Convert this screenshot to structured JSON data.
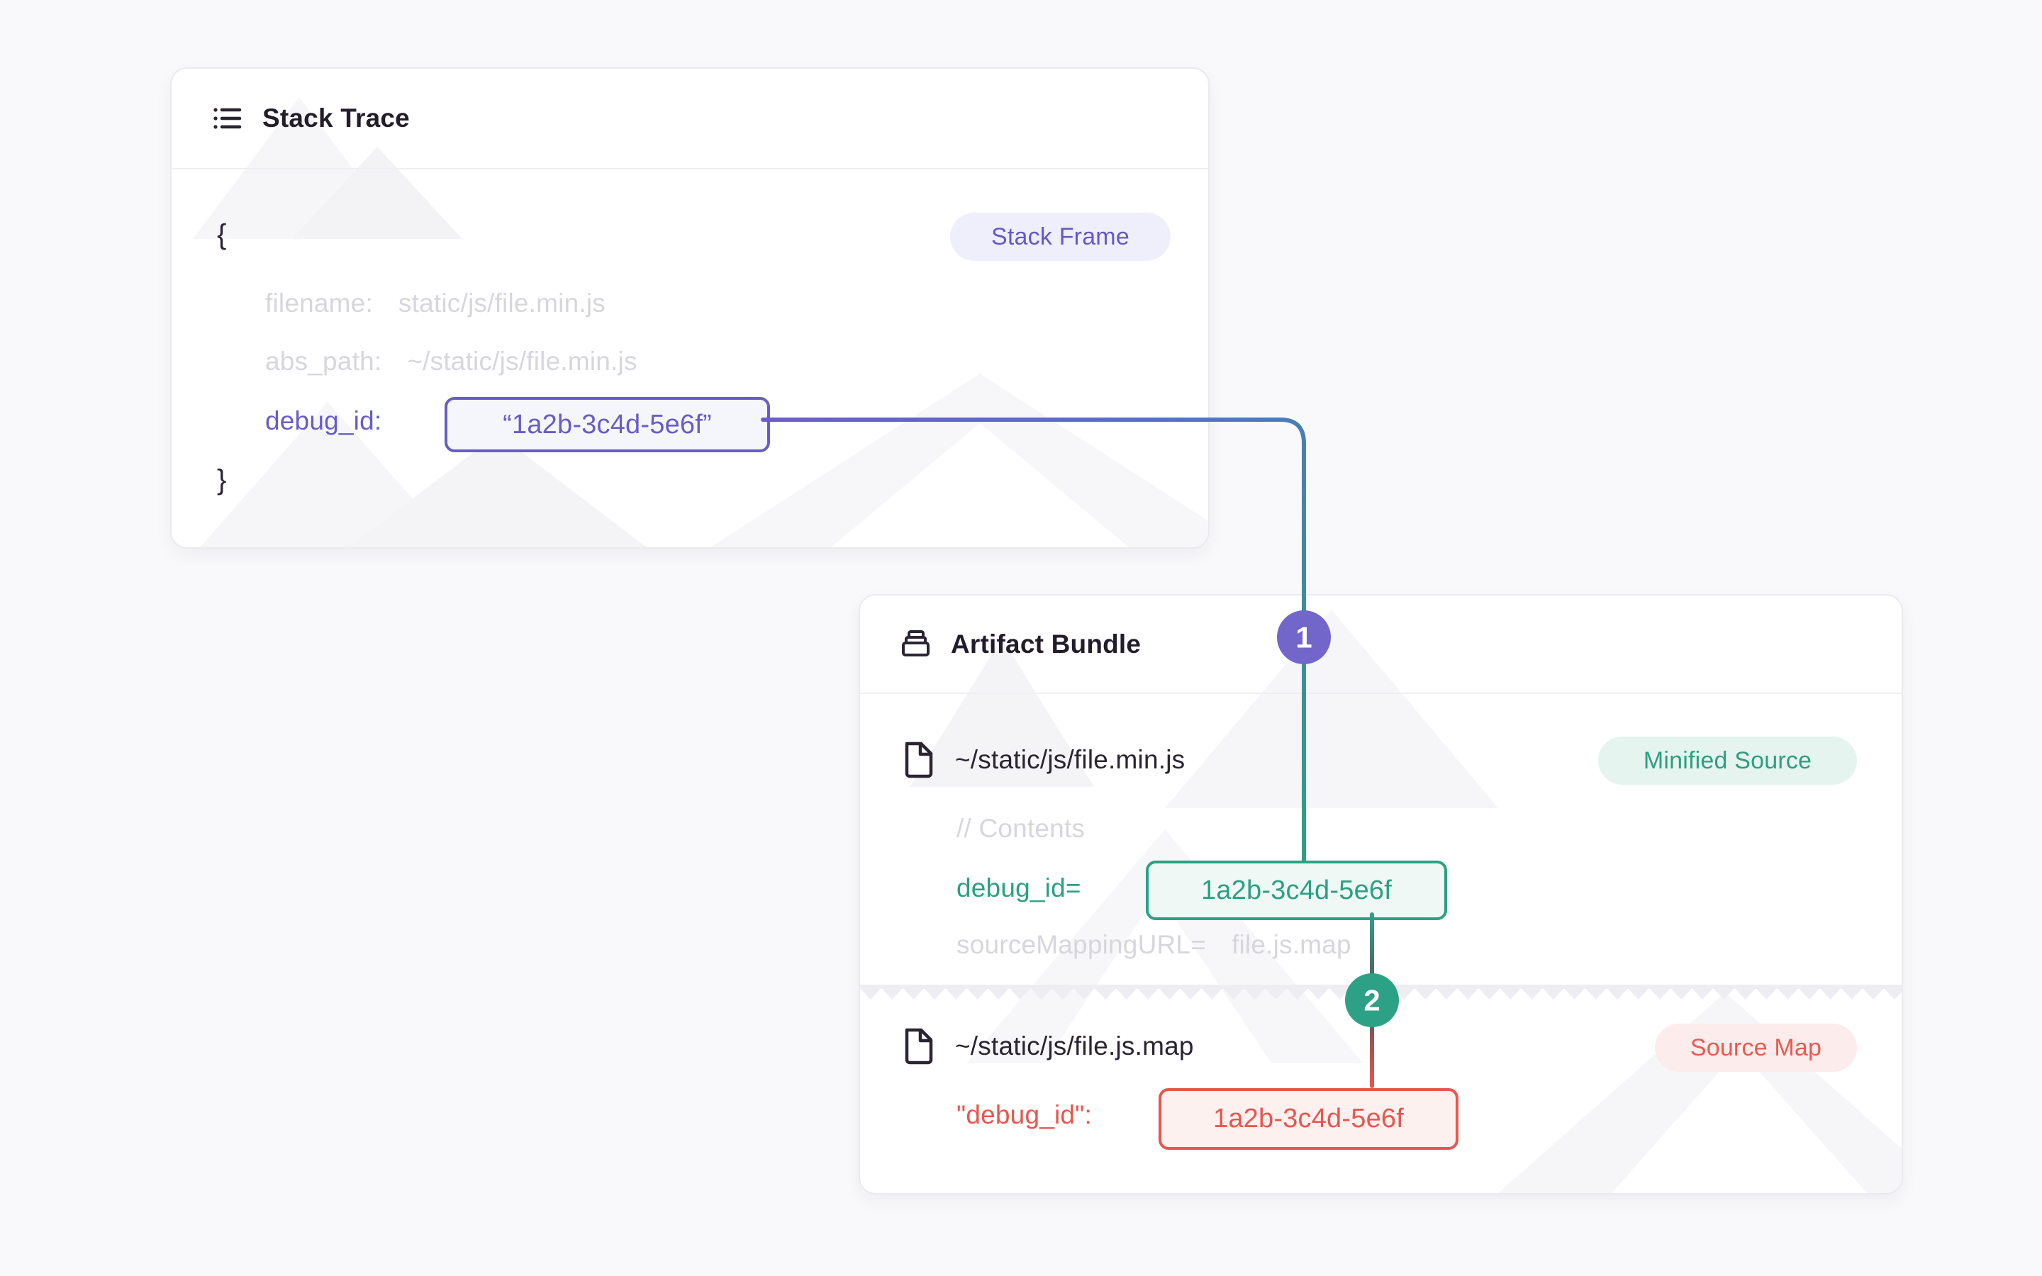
{
  "colors": {
    "page_bg": "#F9F9FB",
    "accent_purple": "#685CC8",
    "accent_teal": "#2BA185",
    "accent_red": "#E9564E",
    "muted_text": "#D7D6DD",
    "dark_text": "#2B2433",
    "pill_lavender_bg": "#EFEEFB",
    "pill_mint_bg": "#E6F4EF",
    "pill_pink_bg": "#FCEDEC"
  },
  "stack_trace_card": {
    "title": "Stack Trace",
    "icon": "list-icon",
    "brace_open": "{",
    "brace_close": "}",
    "frame_badge": "Stack Frame",
    "rows": {
      "filename_label": "filename:",
      "filename_value": "static/js/file.min.js",
      "abs_path_label": "abs_path:",
      "abs_path_value": "~/static/js/file.min.js"
    },
    "debug_row": {
      "label": "debug_id:",
      "value": "“1a2b-3c4d-5e6f”"
    }
  },
  "artifact_bundle_card": {
    "title": "Artifact Bundle",
    "icon": "archive-icon",
    "minified": {
      "path": "~/static/js/file.min.js",
      "badge": "Minified Source",
      "comment": "// Contents",
      "debug_label": "debug_id=",
      "debug_value": "1a2b-3c4d-5e6f",
      "mapping_label": "sourceMappingURL=",
      "mapping_value": "file.js.map"
    },
    "sourcemap": {
      "path": "~/static/js/file.js.map",
      "badge": "Source Map",
      "debug_label": "\"debug_id\":",
      "debug_value": "1a2b-3c4d-5e6f"
    }
  },
  "connectors": {
    "badge1": "1",
    "badge2": "2"
  }
}
